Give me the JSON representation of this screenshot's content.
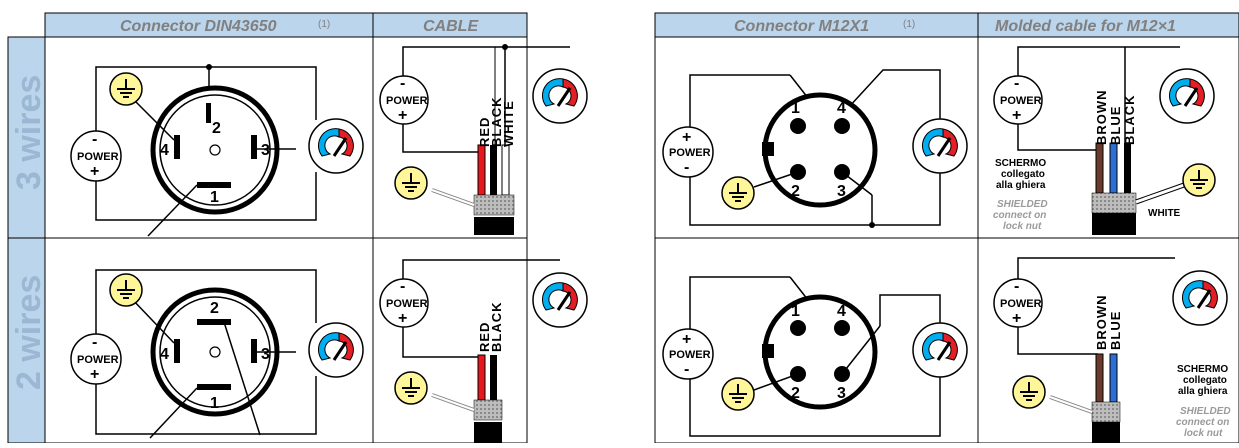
{
  "headers": {
    "din": "Connector DIN43650",
    "din_note": "(1)",
    "cable": "CABLE",
    "m12": "Connector M12X1",
    "m12_note": "(1)",
    "molded": "Molded cable for M12×1"
  },
  "rows": {
    "three": "3 wires",
    "two": "2 wires"
  },
  "power": {
    "label": "POWER",
    "minus": "-",
    "plus": "+"
  },
  "pins": {
    "p1": "1",
    "p2": "2",
    "p3": "3",
    "p4": "4"
  },
  "wire_colors": {
    "red": "RED",
    "black": "BLACK",
    "white": "WHITE",
    "brown": "BROWN",
    "blue": "BLUE"
  },
  "shield": {
    "it_1": "SCHERMO",
    "it_2": "collegato",
    "it_3": "alla ghiera",
    "en_1": "SHIELDED",
    "en_2": "connect on",
    "en_3": "lock nut"
  },
  "colors": {
    "header_bg": "#BBD5EC",
    "wires_text": "#9BB7D4",
    "ground": "#FFF599",
    "gauge_cyan": "#00AEEF",
    "gauge_red": "#E31E24",
    "wire_red": "#E8171E",
    "wire_brown": "#6B3A2A",
    "wire_blue": "#2B6FD6"
  },
  "icons": [
    "ground-icon",
    "gauge-icon",
    "power-icon"
  ]
}
